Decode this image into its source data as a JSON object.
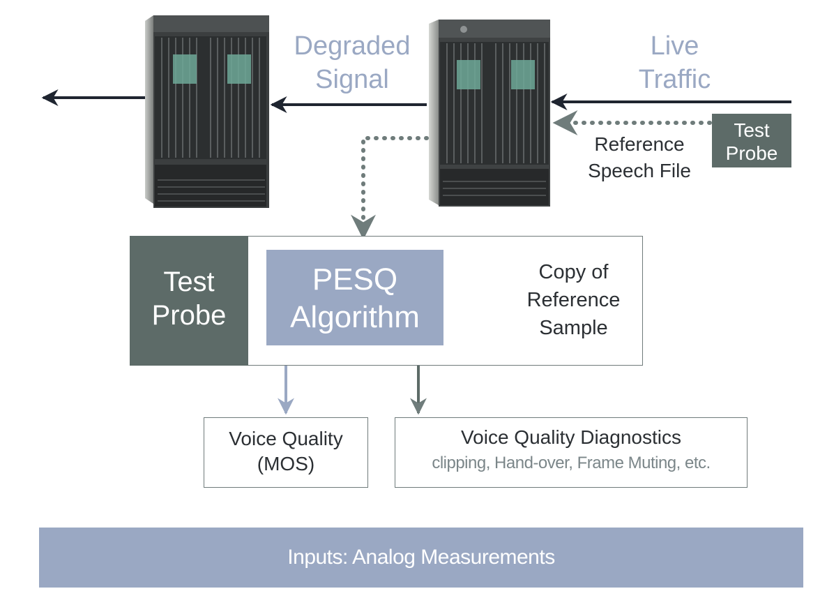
{
  "labels": {
    "degraded_signal": [
      "Degraded",
      "Signal"
    ],
    "live_traffic": [
      "Live",
      "Traffic"
    ],
    "reference_speech_file": [
      "Reference",
      "Speech File"
    ],
    "copy_of_reference_sample": [
      "Copy of",
      "Reference",
      "Sample"
    ]
  },
  "test_probe_small": [
    "Test",
    "Probe"
  ],
  "test_probe_large": [
    "Test",
    "Probe"
  ],
  "pesq_algorithm": [
    "PESQ",
    "Algorithm"
  ],
  "outputs": {
    "voice_quality": [
      "Voice Quality",
      "(MOS)"
    ],
    "diagnostics_title": "Voice Quality Diagnostics",
    "diagnostics_sub": "clipping, Hand-over, Frame Muting, etc."
  },
  "footer": "Inputs: Analog Measurements",
  "colors": {
    "accent_blue": "#9aa8c3",
    "probe_gray": "#5d6b68",
    "arrow_dark": "#1f2530",
    "dotted_gray": "#6f7c7b"
  },
  "icons": [
    "server-rack-left",
    "server-rack-right"
  ]
}
